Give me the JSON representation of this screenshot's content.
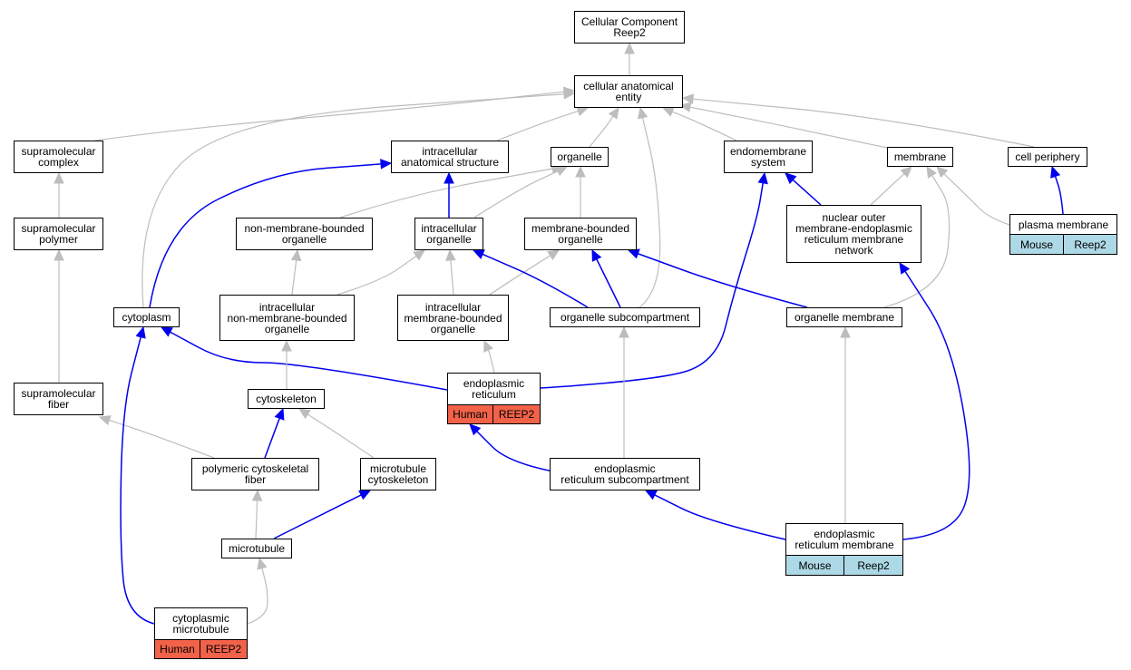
{
  "diagram": {
    "colors": {
      "is_a": "#bdbdbd",
      "part_of": "#0000ee",
      "human": "#f16249",
      "mouse": "#add8e6"
    },
    "nodes": {
      "root": "Cellular Component\nReep2",
      "cae": "cellular anatomical\nentity",
      "supra_complex": "supramolecular\ncomplex",
      "ias": "intracellular\nanatomical structure",
      "organelle": "organelle",
      "endomembrane": "endomembrane\nsystem",
      "membrane": "membrane",
      "cell_periphery": "cell periphery",
      "supra_polymer": "supramolecular\npolymer",
      "nmbo": "non-membrane-bounded\norganelle",
      "intra_org": "intracellular\norganelle",
      "mbo": "membrane-bounded\norganelle",
      "nuclear_outer": "nuclear outer\nmembrane-endoplasmic\nreticulum membrane\nnetwork",
      "plasma_membrane": "plasma membrane",
      "cytoplasm": "cytoplasm",
      "inmbo": "intracellular\nnon-membrane-bounded\norganelle",
      "imbo": "intracellular\nmembrane-bounded\norganelle",
      "org_subcomp": "organelle subcompartment",
      "org_membrane": "organelle membrane",
      "er": "endoplasmic\nreticulum",
      "supra_fiber": "supramolecular\nfiber",
      "cytoskeleton": "cytoskeleton",
      "pcf": "polymeric cytoskeletal\nfiber",
      "mt_cytoskeleton": "microtubule\ncytoskeleton",
      "er_subcomp": "endoplasmic\nreticulum subcompartment",
      "microtubule": "microtubule",
      "er_membrane": "endoplasmic\nreticulum membrane",
      "cyto_mt": "cytoplasmic\nmicrotubule"
    },
    "annotations": {
      "plasma_membrane": [
        "Mouse",
        "Reep2"
      ],
      "er": [
        "Human",
        "REEP2"
      ],
      "er_membrane": [
        "Mouse",
        "Reep2"
      ],
      "cyto_mt": [
        "Human",
        "REEP2"
      ]
    },
    "edges": [
      {
        "from": "cae",
        "to": "root",
        "type": "is_a"
      },
      {
        "from": "supra_complex",
        "to": "cae",
        "type": "is_a"
      },
      {
        "from": "ias",
        "to": "cae",
        "type": "is_a"
      },
      {
        "from": "organelle",
        "to": "cae",
        "type": "is_a"
      },
      {
        "from": "endomembrane",
        "to": "cae",
        "type": "is_a"
      },
      {
        "from": "membrane",
        "to": "cae",
        "type": "is_a"
      },
      {
        "from": "cell_periphery",
        "to": "cae",
        "type": "is_a"
      },
      {
        "from": "cytoplasm",
        "to": "cae",
        "type": "is_a"
      },
      {
        "from": "org_subcomp",
        "to": "cae",
        "type": "is_a"
      },
      {
        "from": "supra_polymer",
        "to": "supra_complex",
        "type": "is_a"
      },
      {
        "from": "nmbo",
        "to": "organelle",
        "type": "is_a"
      },
      {
        "from": "intra_org",
        "to": "organelle",
        "type": "is_a"
      },
      {
        "from": "mbo",
        "to": "organelle",
        "type": "is_a"
      },
      {
        "from": "intra_org",
        "to": "ias",
        "type": "part_of"
      },
      {
        "from": "cytoplasm",
        "to": "ias",
        "type": "part_of"
      },
      {
        "from": "nuclear_outer",
        "to": "endomembrane",
        "type": "part_of"
      },
      {
        "from": "nuclear_outer",
        "to": "membrane",
        "type": "is_a"
      },
      {
        "from": "plasma_membrane",
        "to": "membrane",
        "type": "is_a"
      },
      {
        "from": "plasma_membrane",
        "to": "cell_periphery",
        "type": "part_of"
      },
      {
        "from": "inmbo",
        "to": "nmbo",
        "type": "is_a"
      },
      {
        "from": "inmbo",
        "to": "intra_org",
        "type": "is_a"
      },
      {
        "from": "imbo",
        "to": "intra_org",
        "type": "is_a"
      },
      {
        "from": "imbo",
        "to": "mbo",
        "type": "is_a"
      },
      {
        "from": "org_subcomp",
        "to": "intra_org",
        "type": "part_of"
      },
      {
        "from": "org_subcomp",
        "to": "mbo",
        "type": "part_of"
      },
      {
        "from": "org_membrane",
        "to": "mbo",
        "type": "part_of"
      },
      {
        "from": "org_membrane",
        "to": "membrane",
        "type": "is_a"
      },
      {
        "from": "er",
        "to": "imbo",
        "type": "is_a"
      },
      {
        "from": "er",
        "to": "cytoplasm",
        "type": "part_of"
      },
      {
        "from": "er",
        "to": "endomembrane",
        "type": "part_of"
      },
      {
        "from": "supra_fiber",
        "to": "supra_polymer",
        "type": "is_a"
      },
      {
        "from": "cytoskeleton",
        "to": "inmbo",
        "type": "is_a"
      },
      {
        "from": "pcf",
        "to": "supra_fiber",
        "type": "is_a"
      },
      {
        "from": "pcf",
        "to": "cytoskeleton",
        "type": "part_of"
      },
      {
        "from": "mt_cytoskeleton",
        "to": "cytoskeleton",
        "type": "is_a"
      },
      {
        "from": "er_subcomp",
        "to": "org_subcomp",
        "type": "is_a"
      },
      {
        "from": "er_subcomp",
        "to": "er",
        "type": "part_of"
      },
      {
        "from": "microtubule",
        "to": "pcf",
        "type": "is_a"
      },
      {
        "from": "microtubule",
        "to": "mt_cytoskeleton",
        "type": "part_of"
      },
      {
        "from": "er_membrane",
        "to": "org_membrane",
        "type": "is_a"
      },
      {
        "from": "er_membrane",
        "to": "er_subcomp",
        "type": "part_of"
      },
      {
        "from": "er_membrane",
        "to": "nuclear_outer",
        "type": "part_of"
      },
      {
        "from": "cyto_mt",
        "to": "microtubule",
        "type": "is_a"
      },
      {
        "from": "cyto_mt",
        "to": "cytoplasm",
        "type": "part_of"
      }
    ]
  }
}
